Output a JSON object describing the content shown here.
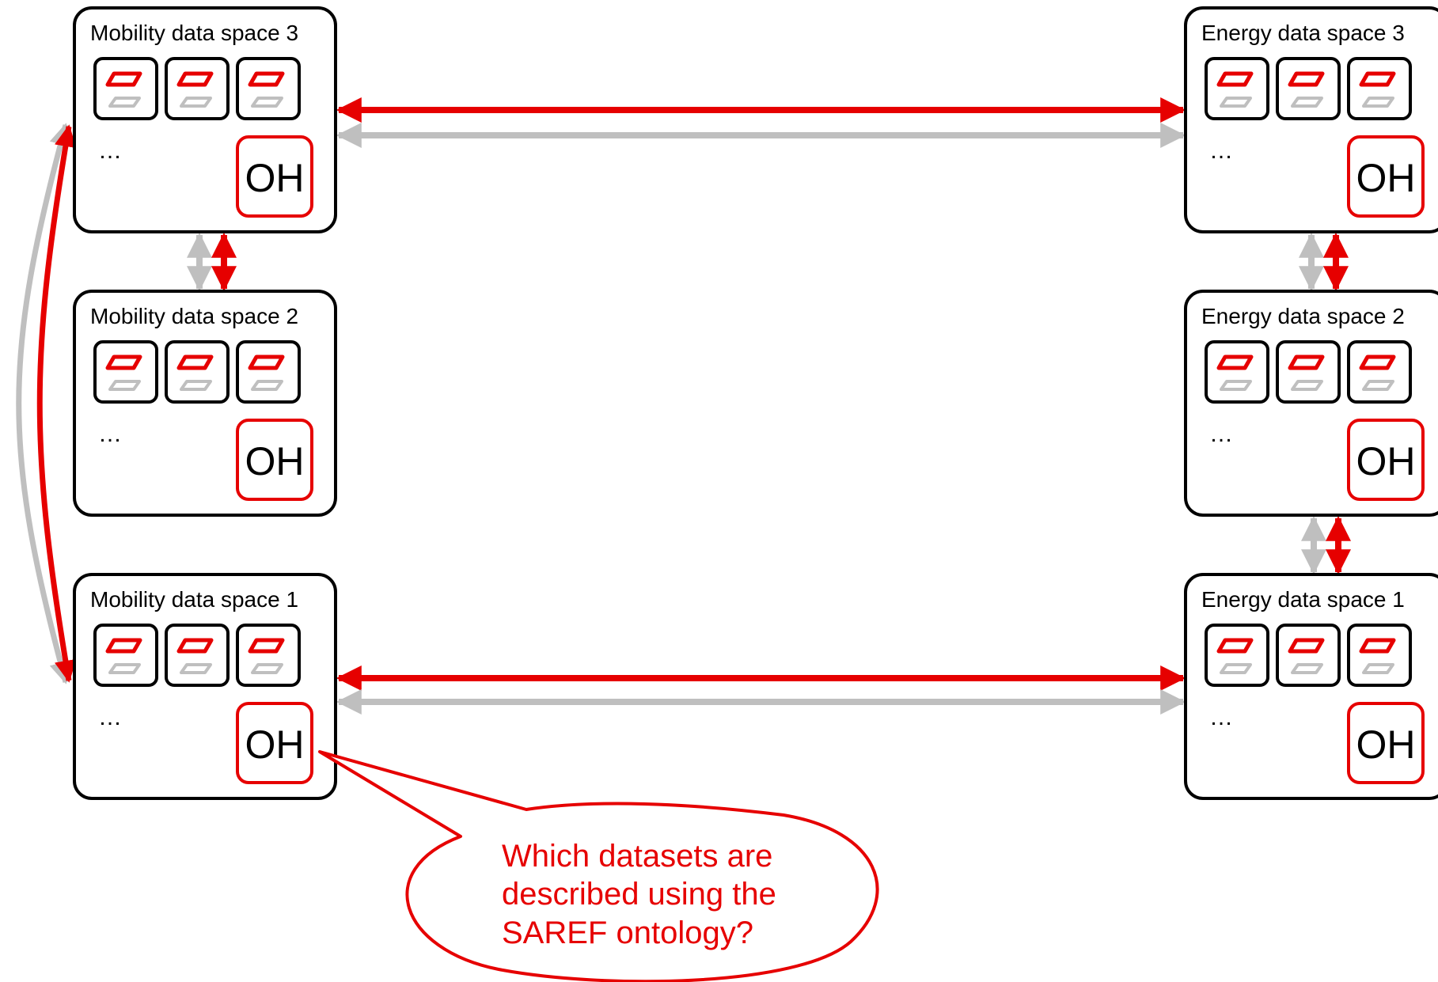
{
  "colors": {
    "primary": "#e60000",
    "secondary": "#bfbfbf",
    "outline": "#000000"
  },
  "mobility_spaces": [
    {
      "title": "Mobility data space 3",
      "ellipsis": "…",
      "hub_label": "OH"
    },
    {
      "title": "Mobility data space 2",
      "ellipsis": "…",
      "hub_label": "OH"
    },
    {
      "title": "Mobility data space 1",
      "ellipsis": "…",
      "hub_label": "OH"
    }
  ],
  "energy_spaces": [
    {
      "title": "Energy data space 3",
      "ellipsis": "…",
      "hub_label": "OH"
    },
    {
      "title": "Energy data space 2",
      "ellipsis": "…",
      "hub_label": "OH"
    },
    {
      "title": "Energy data space 1",
      "ellipsis": "…",
      "hub_label": "OH"
    }
  ],
  "callout": {
    "lines": [
      "Which datasets are",
      "described using the",
      "SAREF ontology?"
    ]
  }
}
